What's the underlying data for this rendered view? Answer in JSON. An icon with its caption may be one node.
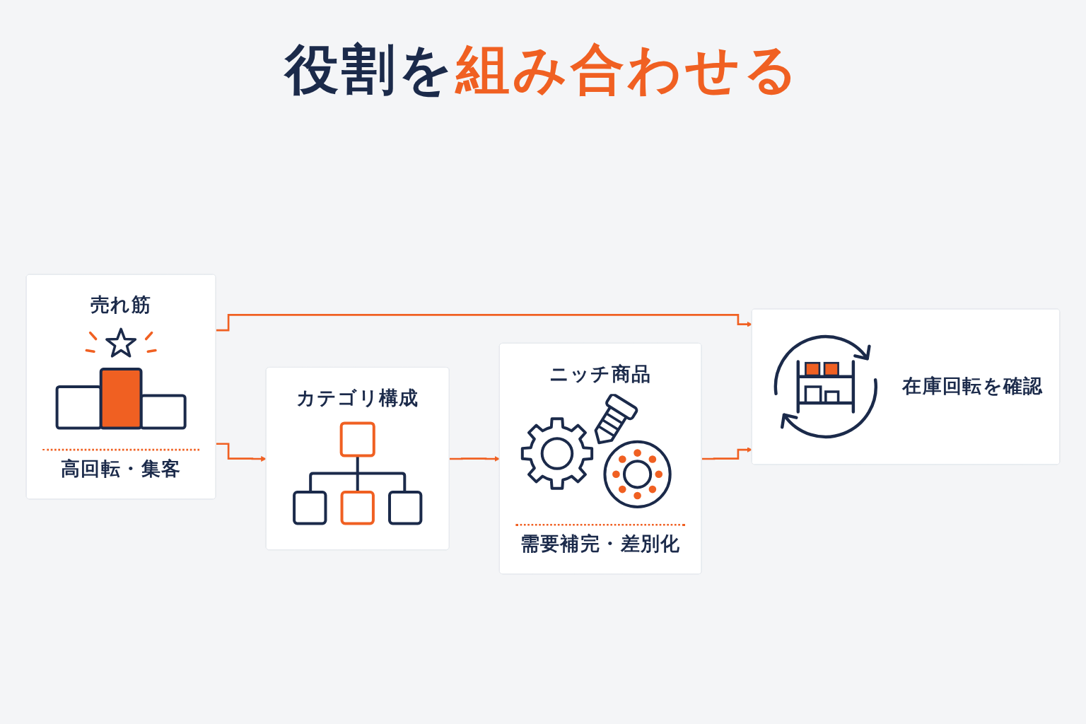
{
  "diagram": {
    "title": "役割を組み合わせる",
    "nodes": [
      {
        "text": [
          "売れ筋",
          "高回転・集客"
        ]
      },
      {
        "text": [
          "カテゴリ構成"
        ]
      },
      {
        "text": [
          "ニッチ商品",
          "需要補完・差別化"
        ]
      },
      {
        "text": [
          "在庫回転を確認"
        ]
      }
    ],
    "edges": [
      {
        "from": 0,
        "to": 1,
        "arrow": "to"
      },
      {
        "from": 1,
        "to": 2,
        "arrow": "to"
      },
      {
        "from": 0,
        "to": 3,
        "arrow": "to"
      },
      {
        "from": 2,
        "to": 3,
        "arrow": "to"
      }
    ]
  }
}
